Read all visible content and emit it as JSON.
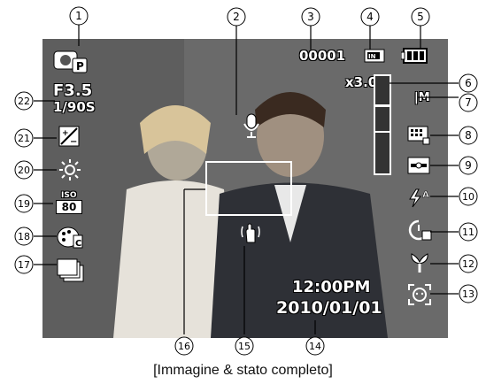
{
  "screen": {
    "aperture": "F3.5",
    "shutter": "1/90S",
    "frame_counter": "00001",
    "zoom": "x3.0",
    "time": "12:00PM",
    "date": "2010/01/01",
    "iso_label": "ISO",
    "iso_value": "80",
    "image_size": "M"
  },
  "icons": {
    "mode": "program-mode-icon",
    "memory": "internal-memory-icon",
    "battery": "battery-icon",
    "exposure": "exposure-compensation-icon",
    "white_balance": "white-balance-daylight-icon",
    "color": "photo-style-icon",
    "drive": "continuous-shot-icon",
    "voice": "voice-memo-icon",
    "shake": "shake-warning-icon",
    "quality": "image-quality-icon",
    "metering": "metering-icon",
    "flash": "flash-icon",
    "timer": "self-timer-icon",
    "macro": "macro-icon",
    "face": "face-detection-icon"
  },
  "callouts": [
    "1",
    "2",
    "3",
    "4",
    "5",
    "6",
    "7",
    "8",
    "9",
    "10",
    "11",
    "12",
    "13",
    "14",
    "15",
    "16",
    "17",
    "18",
    "19",
    "20",
    "21",
    "22"
  ],
  "caption": "[Immagine & stato completo]"
}
